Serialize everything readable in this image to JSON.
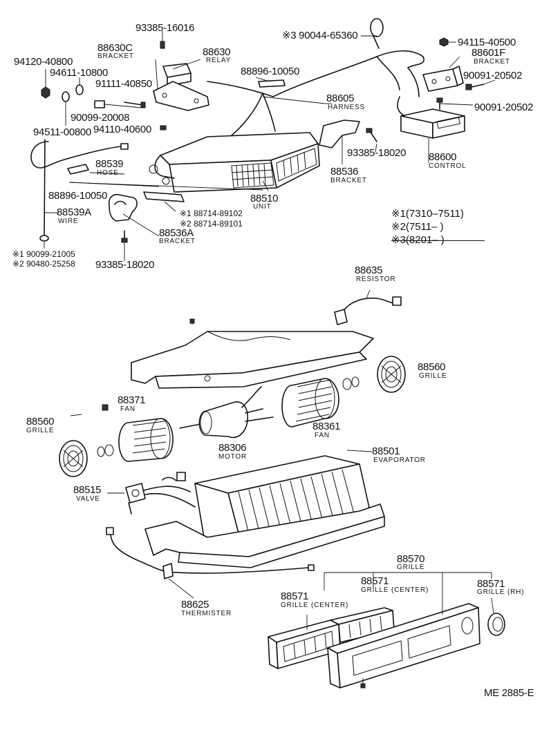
{
  "labels": {
    "p93385_16016": "93385-16016",
    "p90044_65360": "※3 90044-65360",
    "p94115_40500": "94115-40500",
    "p88630C": "88630C",
    "n_bracket1": "BRACKET",
    "p88630": "88630",
    "n_relay": "RELAY",
    "p88601F": "88601F",
    "n_bracket2": "BRACKET",
    "p94120_40800": "94120-40800",
    "p94611_10800": "94611-10800",
    "p88896_10050a": "88896-10050",
    "p90091_20502a": "90091-20502",
    "p91111_40850": "91111-40850",
    "p90091_20502b": "90091-20502",
    "p88605": "88605",
    "n_harness": "HARNESS",
    "p90099_20008": "90099-20008",
    "p94511_00800": "94511-00800",
    "p94110_40600": "94110-40600",
    "p88539": "88539",
    "n_hose": "HOSE",
    "p93385_18020a": "93385-18020",
    "p88600": "88600",
    "n_control": "CONTROL",
    "p88536": "88536",
    "n_bracket3": "BRACKET",
    "p88896_10050b": "88896-10050",
    "p88510": "88510",
    "n_unit": "UNIT",
    "p88539A": "88539A",
    "n_wire": "WIRE",
    "p88714a": "※1 88714-89102",
    "p88714b": "※2 88714-89101",
    "p88536A": "88536A",
    "n_bracket4": "BRACKET",
    "p90099_21005": "※1 90099-21005",
    "p90480_25258": "※2 90480-25258",
    "p93385_18020b": "93385-18020",
    "p88635": "88635",
    "n_resistor": "RESISTOR",
    "p88560a": "88560",
    "n_grille1": "GRILLE",
    "p88371": "88371",
    "n_fan1": "FAN",
    "p88560b": "88560",
    "n_grille2": "GRILLE",
    "p88361": "88361",
    "n_fan2": "FAN",
    "p88306": "88306",
    "n_motor": "MOTOR",
    "p88501": "88501",
    "n_evaporator": "EVAPORATOR",
    "p88515": "88515",
    "n_valve": "VALVE",
    "p88570": "88570",
    "n_grille3": "GRILLE",
    "p88571a": "88571",
    "n_grille_center1": "GRILLE (CENTER)",
    "p88571b": "88571",
    "n_grille_rh": "GRILLE (RH)",
    "p88571c": "88571",
    "n_grille_center2": "GRILLE (CENTER)",
    "p88625": "88625",
    "n_thermister": "THERMISTER",
    "footer_code": "ME 2885-E"
  },
  "legend": [
    {
      "mark": "※1",
      "range": "(7310–7511)"
    },
    {
      "mark": "※2",
      "range": "(7511–        )"
    },
    {
      "mark": "※3",
      "range": "(8201–        )"
    }
  ]
}
